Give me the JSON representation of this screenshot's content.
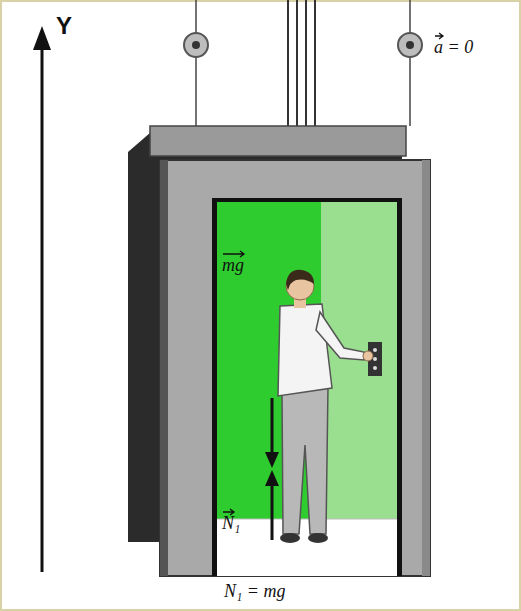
{
  "diagram": {
    "labels": [
      "Y",
      "a = 0",
      "mg",
      "N₁",
      "N₁ = mg"
    ]
  }
}
